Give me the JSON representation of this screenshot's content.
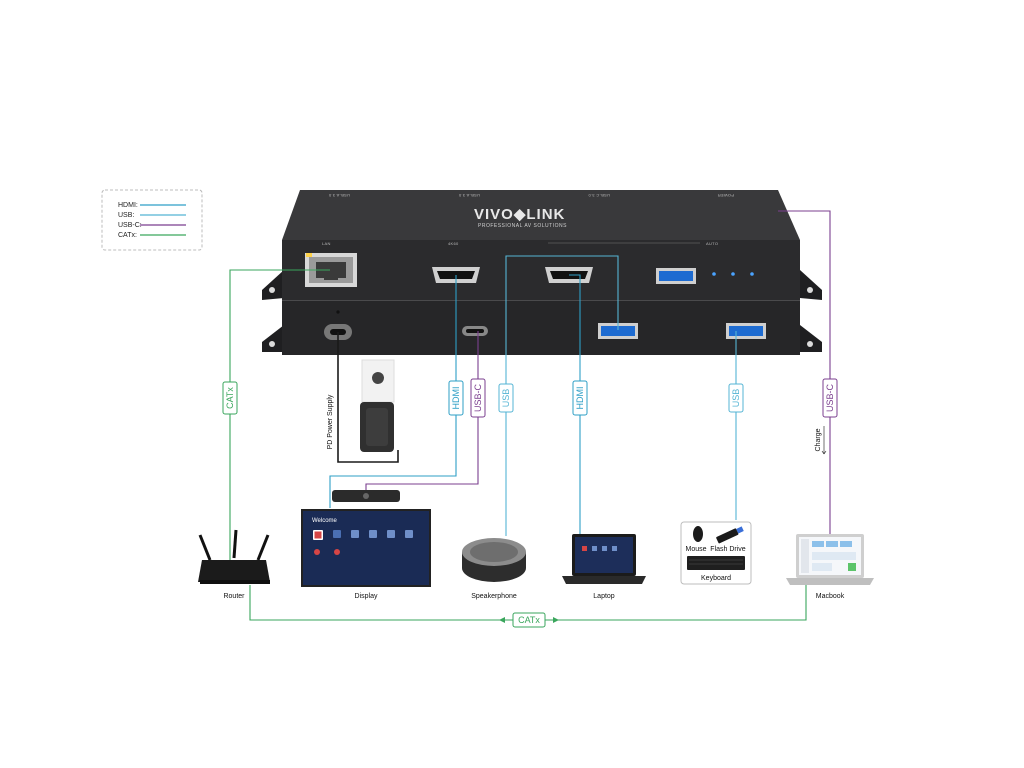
{
  "colors": {
    "hdmi": "#2e9fc6",
    "usb": "#55b4d4",
    "usbc": "#7b3f8f",
    "catx": "#3aa65c",
    "power": "#1a1a1a",
    "chassis": "#2b2b2d"
  },
  "legend": [
    {
      "label": "HDMI:",
      "color": "#2e9fc6"
    },
    {
      "label": "USB:",
      "color": "#55b4d4"
    },
    {
      "label": "USB-C:",
      "color": "#7b3f8f"
    },
    {
      "label": "CATx:",
      "color": "#3aa65c"
    }
  ],
  "device": {
    "brand": "VIVO◆LINK",
    "tagline": "PROFESSIONAL AV SOLUTIONS",
    "top_labels": [
      "USB-A 3.0",
      "USB-A 3.0",
      "USB-C 3.0",
      "POWER"
    ],
    "port_labels": {
      "lan": "LAN",
      "hdmi": "4K60",
      "auto": "AUTO"
    }
  },
  "cables": {
    "catx_router": "CATx",
    "hdmi_display": "HDMI",
    "usbc_display": "USB-C",
    "usb_speaker": "USB",
    "hdmi_laptop": "HDMI",
    "usb_keyboard": "USB",
    "usbc_macbook": "USB-C",
    "charge": "Charge",
    "power_supply": "PD Power Supply",
    "catx_bottom": "CATx"
  },
  "devices": {
    "router": "Router",
    "display": "Display",
    "speakerphone": "Speakerphone",
    "laptop": "Laptop",
    "macbook": "Macbook",
    "mouse": "Mouse",
    "flash_drive": "Flash Drive",
    "keyboard": "Keyboard",
    "display_screen_title": "Welcome"
  }
}
